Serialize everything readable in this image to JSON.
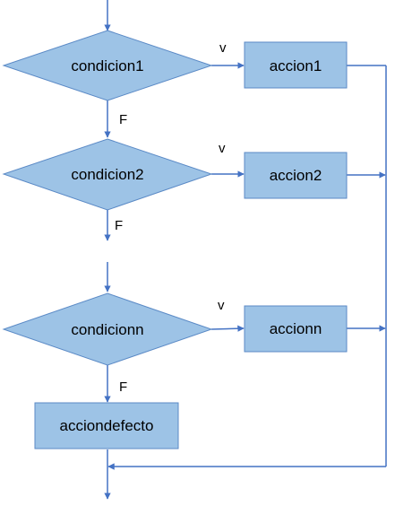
{
  "colors": {
    "shape_fill": "#9dc3e6",
    "shape_border": "#5b8ac6",
    "connector": "#4472c4",
    "text": "#000000"
  },
  "nodes": {
    "condicion1": "condicion1",
    "accion1": "accion1",
    "condicion2": "condicion2",
    "accion2": "accion2",
    "condicionn": "condicionn",
    "accionn": "accionn",
    "acciondefecto": "acciondefecto"
  },
  "edge_labels": {
    "true_1": "v",
    "false_1": "F",
    "true_2": "v",
    "false_2": "F",
    "true_n": "v",
    "false_n": "F"
  }
}
